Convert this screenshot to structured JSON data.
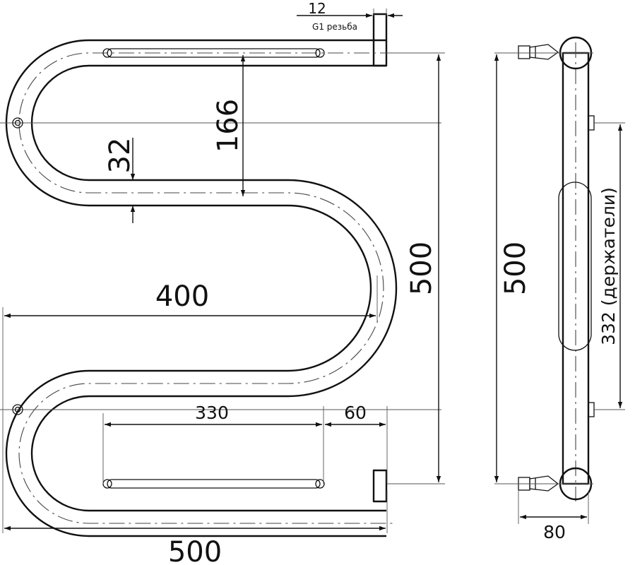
{
  "drawing": {
    "front_view": {
      "thread_width": "12",
      "thread_note": "G1 резьба",
      "pitch_between_bends": "166",
      "pipe_diameter": "32",
      "bend_span_width": "400",
      "total_height": "500",
      "straight_length": "330",
      "end_offset": "60",
      "total_width": "500"
    },
    "side_view": {
      "height": "500",
      "holder_spacing": "332 (держатели)",
      "depth": "80"
    }
  }
}
